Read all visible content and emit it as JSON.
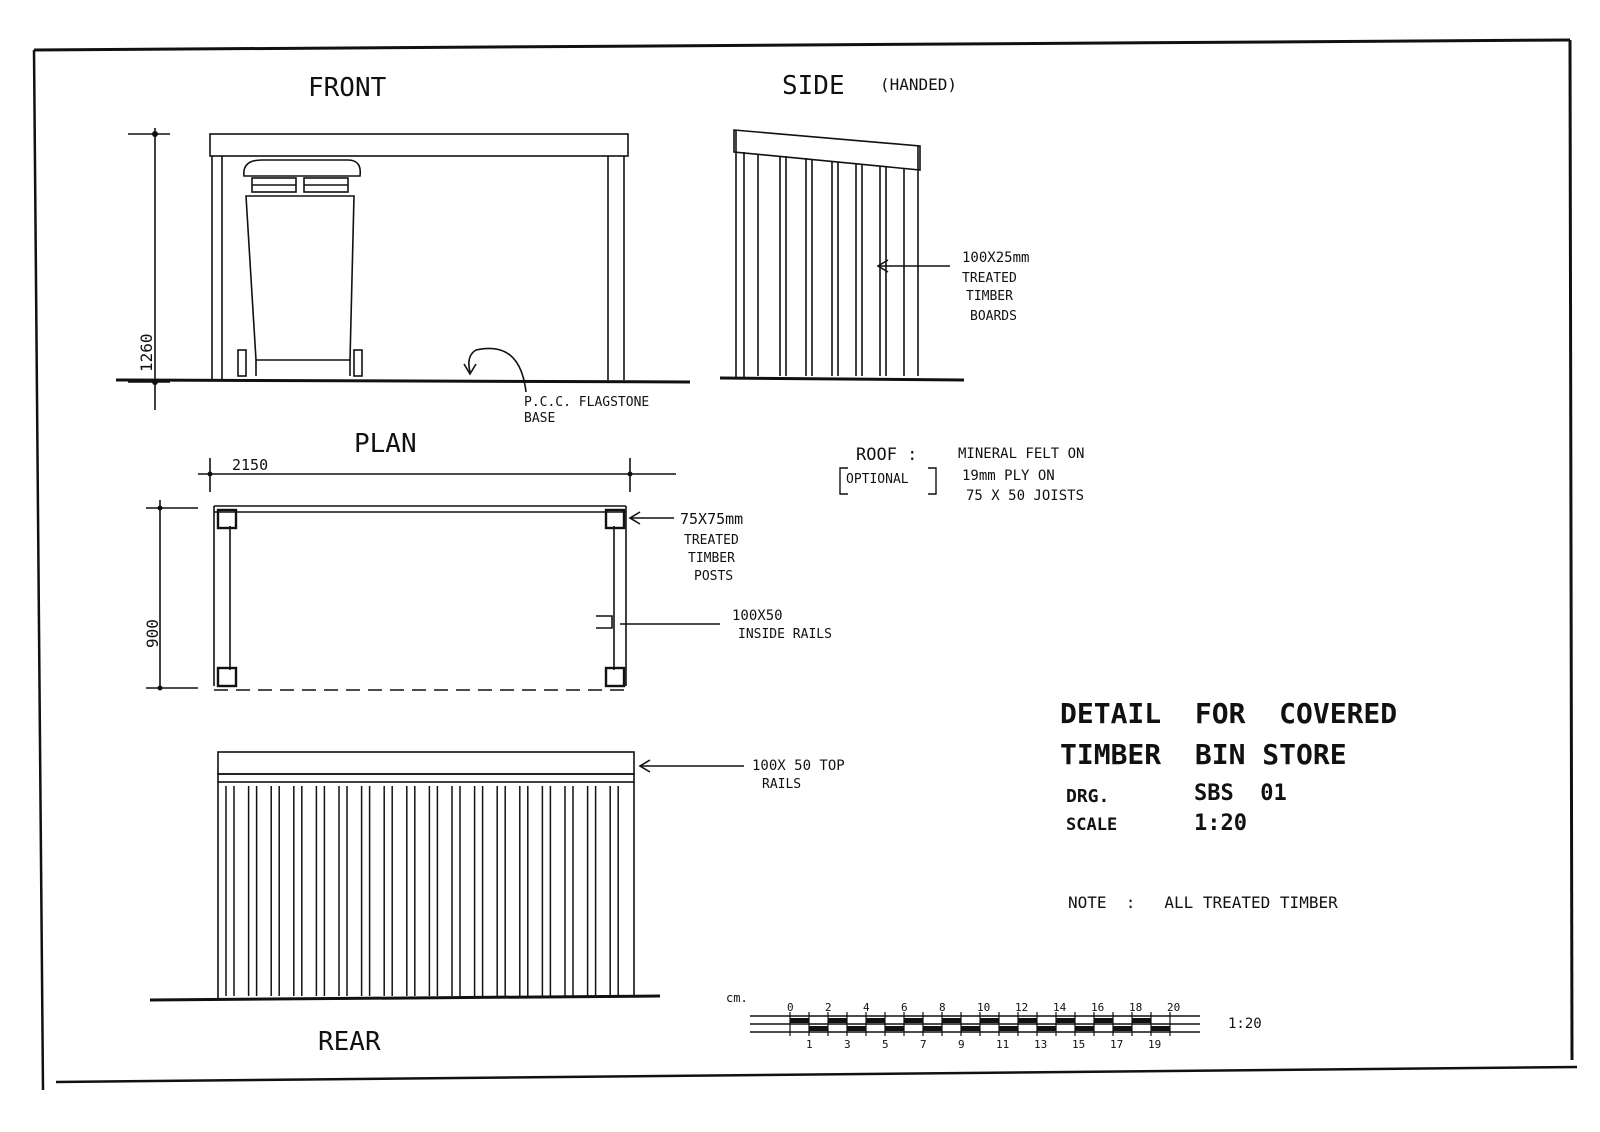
{
  "views": {
    "front": "FRONT",
    "side": "SIDE",
    "side_handed": "(HANDED)",
    "plan": "PLAN",
    "rear": "REAR"
  },
  "dimensions": {
    "height": "1260",
    "width": "2150",
    "depth": "900"
  },
  "labels": {
    "boards": [
      "100X25mm",
      "TREATED",
      "TIMBER",
      "BOARDS"
    ],
    "base": [
      "P.C.C. FLAGSTONE",
      "BASE"
    ],
    "roof_title": "ROOF :",
    "roof_optional": "OPTIONAL",
    "roof_spec": [
      "MINERAL FELT ON",
      "19mm PLY ON",
      "75 X 50 JOISTS"
    ],
    "posts": [
      "75X75mm",
      "TREATED",
      "TIMBER",
      "POSTS"
    ],
    "inside_rails": [
      "100X50",
      "INSIDE RAILS"
    ],
    "top_rails": [
      "100X 50 TOP",
      "RAILS"
    ]
  },
  "title_block": {
    "title_line1": "DETAIL  FOR  COVERED",
    "title_line2": "TIMBER  BIN STORE",
    "drg_label": "DRG.",
    "drg_value": "SBS  01",
    "scale_label": "SCALE",
    "scale_value": "1:20",
    "note": "NOTE  :   ALL TREATED TIMBER"
  },
  "scale_bar": {
    "unit": "cm.",
    "ratio": "1:20",
    "top_ticks": [
      "0",
      "2",
      "4",
      "6",
      "8",
      "10",
      "12",
      "14",
      "16",
      "18",
      "20"
    ],
    "bottom_ticks": [
      "1",
      "3",
      "5",
      "7",
      "9",
      "11",
      "13",
      "15",
      "17",
      "19"
    ]
  }
}
